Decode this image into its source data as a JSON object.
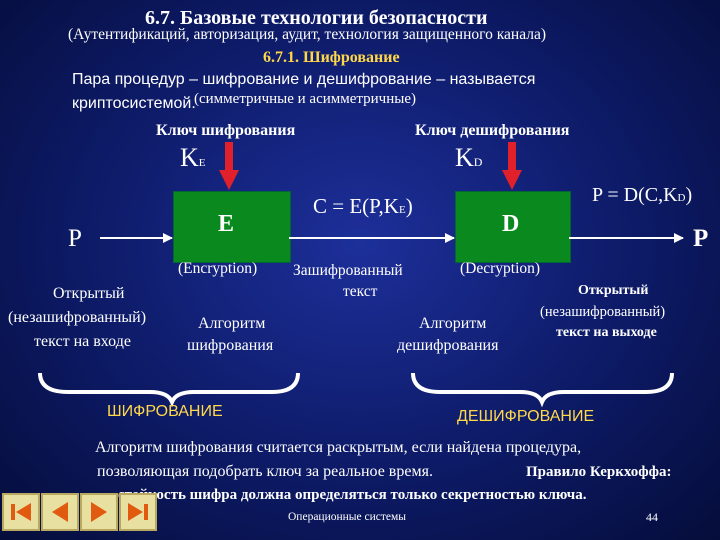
{
  "title": "6.7. Базовые технологии безопасности",
  "subtitle": "(Аутентификаций, авторизация, аудит, технология защищенного канала)",
  "section": "6.7.1. Шифрование",
  "intro_line1": "Пара процедур – шифрование и дешифрование – называется",
  "intro_line2a": "криптосистемой.",
  "intro_line2b": "(симметричные и асимметричные)",
  "key_enc_label": "Ключ шифрования",
  "key_dec_label": "Ключ дешифрования",
  "ke_main": "K",
  "ke_sub": "E",
  "kd_main": "K",
  "kd_sub": "D",
  "p_left": "P",
  "p_right": "P",
  "box_e": "E",
  "box_d": "D",
  "formula_c": "C = E(P,K",
  "formula_c_sub": "E",
  "formula_c_end": ")",
  "formula_p": "P = D(C,K",
  "formula_p_sub": "D",
  "formula_p_end": ")",
  "encryption_en": "(Encryption)",
  "decryption_en": "(Decryption)",
  "cipher_line1": "Зашифрованный",
  "cipher_line2": "текст",
  "plain_in_1": "Открытый",
  "plain_in_2": "(незашифрованный)",
  "plain_in_3": "текст на входе",
  "plain_out_1": "Открытый",
  "plain_out_2": "(незашифрованный)",
  "plain_out_3": "текст на выходе",
  "alg_enc_1": "Алгоритм",
  "alg_enc_2": "шифрования",
  "alg_dec_1": "Алгоритм",
  "alg_dec_2": "дешифрования",
  "brace_enc_label": "ШИФРОВАНИЕ",
  "brace_dec_label": "ДЕШИФРОВАНИЕ",
  "bottom_line1": "Алгоритм шифрования считается раскрытым, если найдена процедура,",
  "bottom_line2a": "позволяющая подобрать ключ за реальное время.",
  "bottom_line2b": "Правило Керкхоффа:",
  "bottom_line3": "стойкость шифра должна определяться только секретностью ключа.",
  "footer_text": "Операционные системы",
  "page_number": "44",
  "colors": {
    "arrow_red": "#e0202a",
    "box_green": "#0a8a1e",
    "title_yellow": "#ffd84a",
    "nav_bg": "#e8e0a0",
    "nav_arrow": "#e05a10"
  },
  "nav": {
    "first": "first-slide-icon",
    "prev": "previous-slide-icon",
    "next": "next-slide-icon",
    "last": "last-slide-icon"
  }
}
